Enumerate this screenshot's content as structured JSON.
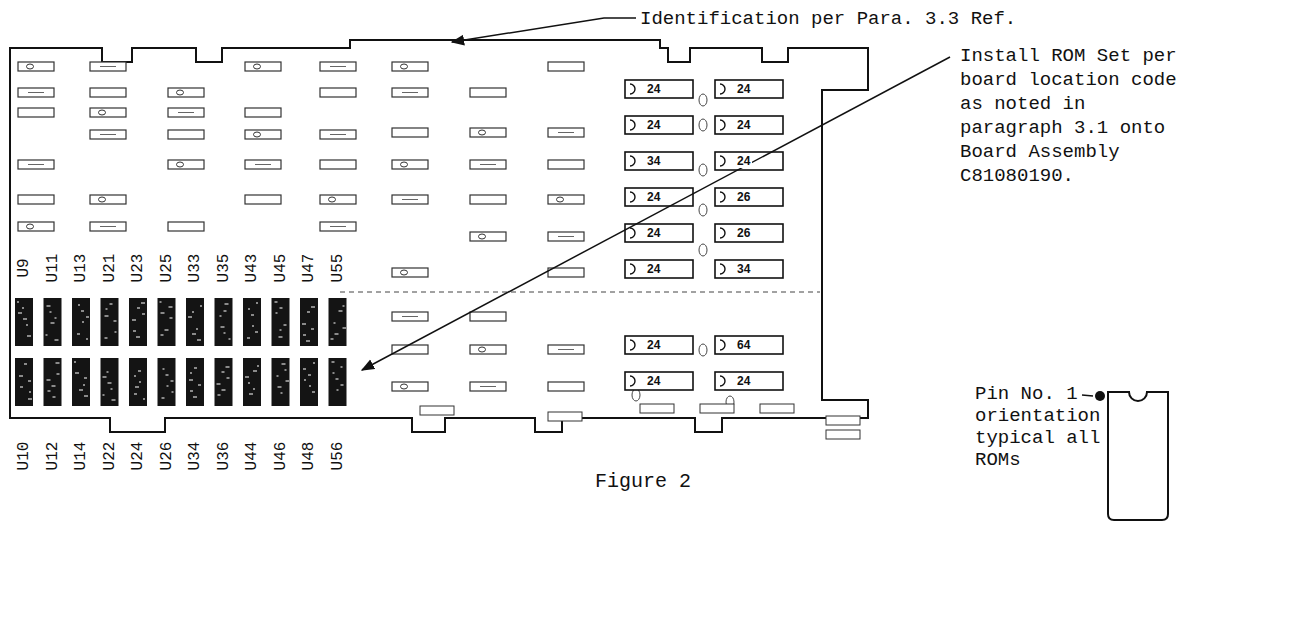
{
  "diagram": {
    "caption": "Figure 2",
    "labels": [
      "Identification per Para. 3.3 Ref.",
      "U9",
      "U11",
      "U13",
      "U21",
      "U23",
      "U25",
      "U33",
      "U35",
      "U43",
      "U45",
      "U47",
      "U55",
      "24",
      "24",
      "34",
      "24",
      "24",
      "24",
      "24",
      "24",
      "24",
      "24",
      "24",
      "26",
      "26",
      "34",
      "64",
      "24",
      "Install ROM Set per board location code as noted in paragraph 3.1 onto Board Assembly C81080190.",
      "Pin No. 1 orientation typical all ROMs",
      "U10",
      "U12",
      "U14",
      "U22",
      "U24",
      "U26",
      "U34",
      "U36",
      "U44",
      "U46",
      "U48",
      "U56"
    ]
  }
}
